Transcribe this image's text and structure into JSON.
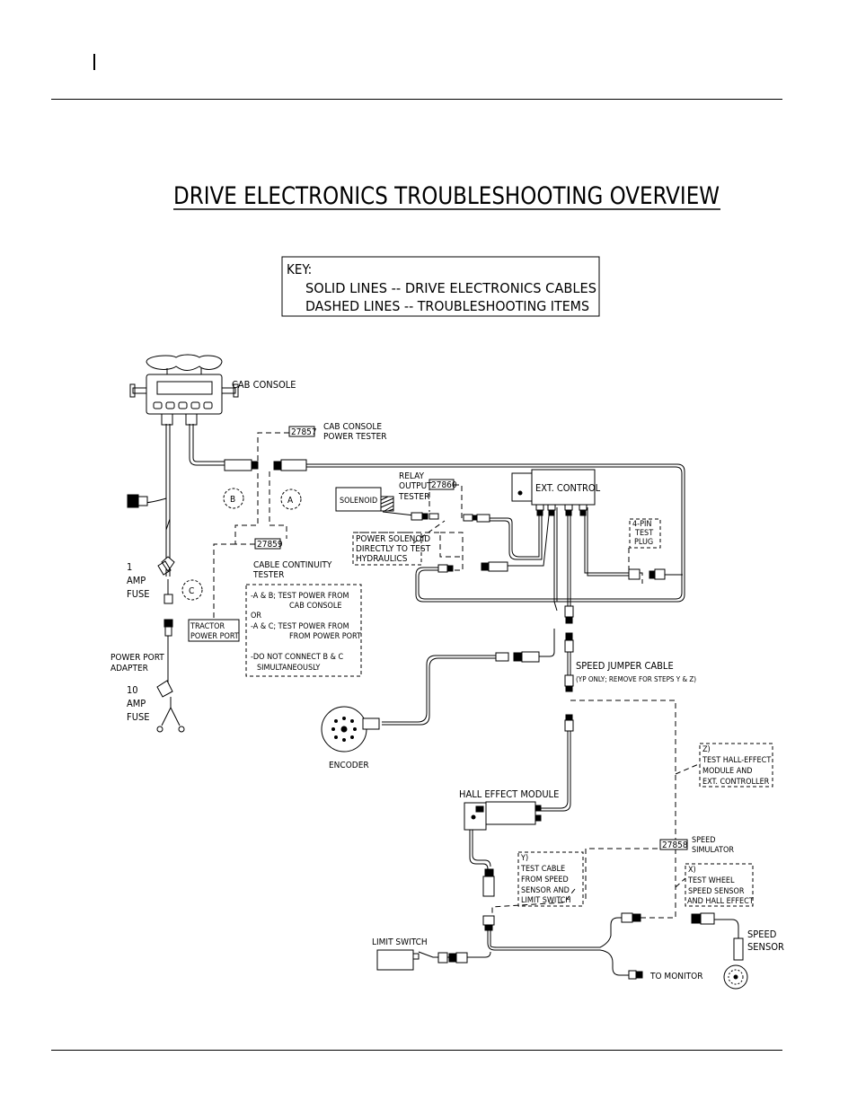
{
  "diagram": {
    "title": "DRIVE ELECTRONICS TROUBLESHOOTING OVERVIEW",
    "key": {
      "heading": "KEY:",
      "lines": [
        "SOLID LINES -- DRIVE ELECTRONICS CABLES",
        "DASHED LINES -- TROUBLESHOOTING ITEMS"
      ]
    },
    "labels": {
      "cab_console": "CAB CONSOLE",
      "cab_console_power_tester_1": "CAB CONSOLE",
      "cab_console_power_tester_2": "POWER TESTER",
      "part_27857": "27857",
      "relay_1": "RELAY",
      "relay_2": "OUTPUT",
      "relay_3": "TESTER",
      "part_27860": "27860",
      "solenoid": "SOLENOID",
      "ext_control": "EXT. CONTROL",
      "circle_a": "A",
      "circle_b": "B",
      "circle_c": "C",
      "power_solenoid_1": "POWER SOLENOID",
      "power_solenoid_2": "DIRECTLY TO TEST",
      "power_solenoid_3": "HYDRAULICS",
      "test_plug_1": "4-PIN",
      "test_plug_2": "TEST",
      "test_plug_3": "PLUG",
      "part_27859": "27859",
      "continuity_1": "CABLE CONTINUITY",
      "continuity_2": "TESTER",
      "one_amp_1": "1",
      "one_amp_2": "AMP",
      "one_amp_3": "FUSE",
      "tractor_power_port_1": "TRACTOR",
      "tractor_power_port_2": "POWER PORT",
      "note_1": "-A & B; TEST POWER FROM",
      "note_2": "CAB CONSOLE",
      "note_3": "OR",
      "note_4": "-A & C; TEST POWER FROM",
      "note_5": "FROM POWER PORT",
      "note_6": "-DO NOT CONNECT B & C",
      "note_7": "SIMULTANEOUSLY",
      "adapter_1": "POWER PORT",
      "adapter_2": "ADAPTER",
      "ten_amp_1": "10",
      "ten_amp_2": "AMP",
      "ten_amp_3": "FUSE",
      "speed_jumper_1": "SPEED JUMPER CABLE",
      "speed_jumper_2": "(YP ONLY; REMOVE FOR STEPS Y & Z)",
      "encoder": "ENCODER",
      "z_1": "Z)",
      "z_2": "TEST HALL-EFFECT",
      "z_3": "MODULE AND",
      "z_4": "EXT. CONTROLLER",
      "hall_effect_module": "HALL EFFECT MODULE",
      "part_27858": "27858",
      "speed_sim_1": "SPEED",
      "speed_sim_2": "SIMULATOR",
      "y_1": "Y)",
      "y_2": "TEST CABLE",
      "y_3": "FROM SPEED",
      "y_4": "SENSOR AND",
      "y_5": "LIMIT SWITCH",
      "x_1": "X)",
      "x_2": "TEST WHEEL",
      "x_3": "SPEED SENSOR",
      "x_4": "AND HALL EFFECT",
      "speed_sensor_1": "SPEED",
      "speed_sensor_2": "SENSOR",
      "limit_switch": "LIMIT SWITCH",
      "to_monitor": "TO MONITOR"
    }
  }
}
